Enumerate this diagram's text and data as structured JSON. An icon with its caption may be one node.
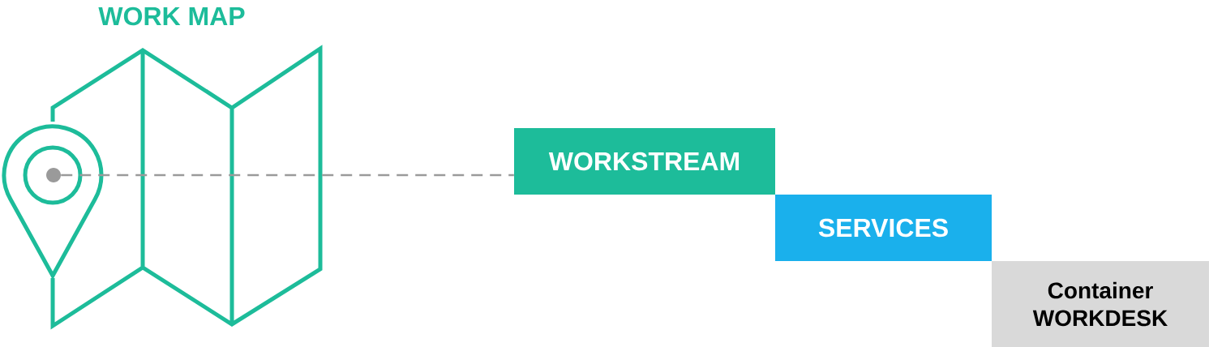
{
  "diagram": {
    "title": "WORK MAP",
    "nodes": [
      {
        "text": [],
        "shape": "circle"
      },
      {
        "text": [
          "WORKSTREAM"
        ]
      },
      {
        "text": [
          "SERVICES"
        ]
      },
      {
        "text": [
          "Container WORKDESK"
        ]
      }
    ],
    "edges": [
      {
        "from": 0,
        "to": 1,
        "arrow": "none",
        "style": "dashed"
      }
    ]
  }
}
